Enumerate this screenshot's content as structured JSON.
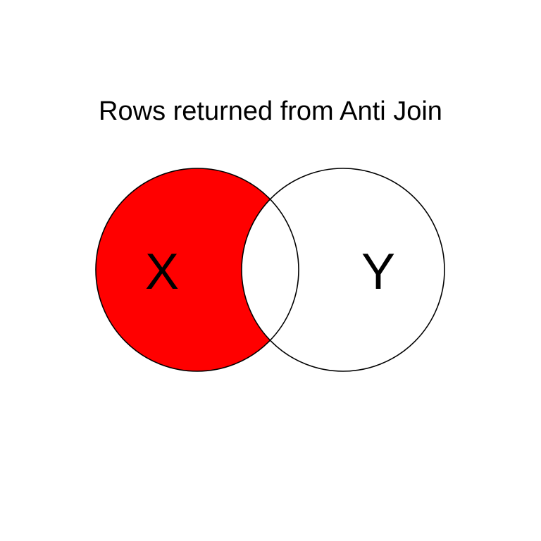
{
  "title": "Rows returned from Anti Join",
  "sets": [
    {
      "label": "X",
      "highlighted": true
    },
    {
      "label": "Y",
      "highlighted": false
    }
  ],
  "intersection_highlighted": false,
  "colors": {
    "highlight": "#ff0000",
    "background": "#ffffff",
    "stroke": "#000000",
    "text": "#000000"
  }
}
